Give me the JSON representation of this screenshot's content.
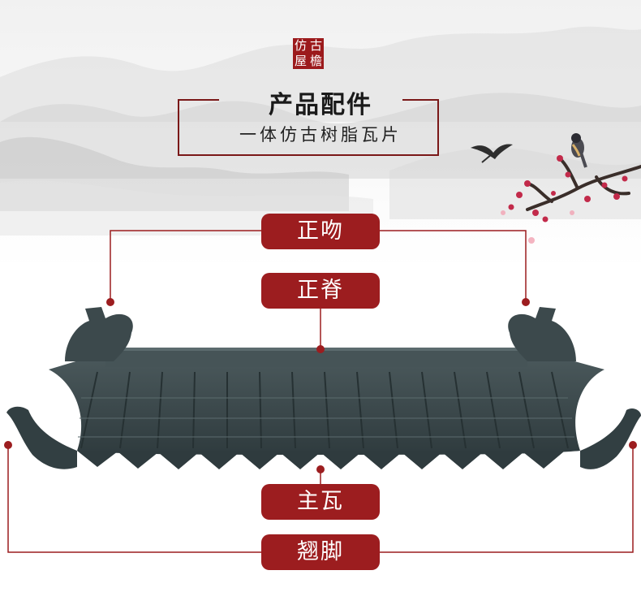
{
  "seal": {
    "chars": [
      "仿",
      "古",
      "屋",
      "檐"
    ]
  },
  "header": {
    "title": "产品配件",
    "subtitle": "一体仿古树脂瓦片"
  },
  "labels": {
    "zhengwen": "正吻",
    "zhengji": "正脊",
    "zhuwa": "主瓦",
    "qiaojiao": "翘脚"
  },
  "colors": {
    "accent": "#9c1d1f",
    "tile": "#39474a",
    "line": "#9c1d1f"
  }
}
